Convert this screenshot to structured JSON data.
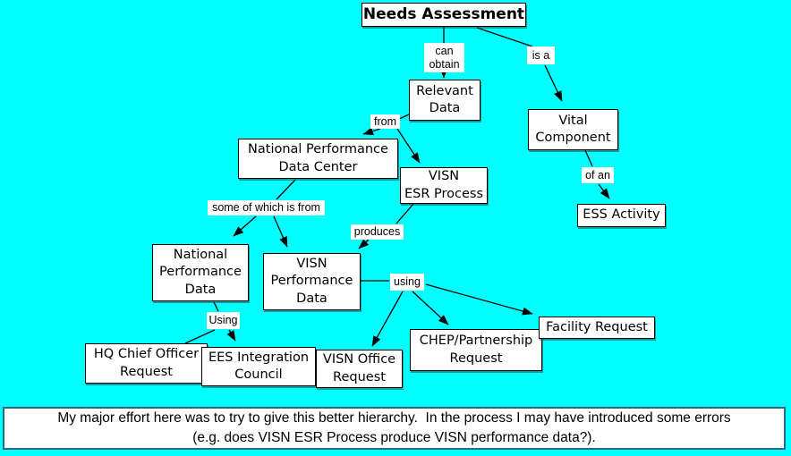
{
  "colors": {
    "background": "#00ffff",
    "node_fill": "#ffffff",
    "node_border": "#000000",
    "line_color": "#000000",
    "banner_border": "#2a6b78"
  },
  "nodes": {
    "needs_assessment": {
      "label": "Needs Assessment"
    },
    "relevant_data": {
      "label": "Relevant\nData"
    },
    "vital_component": {
      "label": "Vital\nComponent"
    },
    "ess_activity": {
      "label": "ESS Activity"
    },
    "national_performance_data_center": {
      "label": "National Performance\nData Center"
    },
    "visn_esr_process": {
      "label": "VISN\nESR Process"
    },
    "national_performance_data": {
      "label": "National\nPerformance\nData"
    },
    "visn_performance_data": {
      "label": "VISN\nPerformance\nData"
    },
    "hq_chief_officer_request": {
      "label": "HQ Chief Officer\nRequest"
    },
    "ees_integration_council": {
      "label": "EES Integration\nCouncil"
    },
    "visn_office_request": {
      "label": "VISN Office\nRequest"
    },
    "chep_partnership_request": {
      "label": "CHEP/Partnership\nRequest"
    },
    "facility_request": {
      "label": "Facility Request"
    }
  },
  "link_labels": {
    "can_obtain": {
      "text": "can\nobtain"
    },
    "is_a": {
      "text": "is a"
    },
    "of_an": {
      "text": "of an"
    },
    "from": {
      "text": "from"
    },
    "some_of_which_is_from": {
      "text": "some of which is from"
    },
    "produces": {
      "text": "produces"
    },
    "using_right": {
      "text": "using"
    },
    "using_left": {
      "text": "Using"
    }
  },
  "links": [
    {
      "from": "Needs Assessment",
      "label": "can obtain",
      "to": "Relevant Data"
    },
    {
      "from": "Needs Assessment",
      "label": "is a",
      "to": "Vital Component"
    },
    {
      "from": "Vital Component",
      "label": "of an",
      "to": "ESS Activity"
    },
    {
      "from": "Relevant Data",
      "label": "from",
      "to": "National Performance Data Center"
    },
    {
      "from": "Relevant Data",
      "label": "from",
      "to": "VISN ESR Process"
    },
    {
      "from": "National Performance Data Center",
      "label": "some of which is from",
      "to": "National Performance Data"
    },
    {
      "from": "National Performance Data Center",
      "label": "some of which is from",
      "to": "VISN Performance Data"
    },
    {
      "from": "VISN ESR Process",
      "label": "produces",
      "to": "VISN Performance Data"
    },
    {
      "from": "VISN Performance Data",
      "label": "using",
      "to": "VISN Office Request"
    },
    {
      "from": "VISN Performance Data",
      "label": "using",
      "to": "CHEP/Partnership Request"
    },
    {
      "from": "VISN Performance Data",
      "label": "using",
      "to": "Facility Request"
    },
    {
      "from": "National Performance Data",
      "label": "Using",
      "to": "HQ Chief Officer Request"
    },
    {
      "from": "National Performance Data",
      "label": "Using",
      "to": "EES Integration Council"
    }
  ],
  "banner": {
    "line1": "My major effort here was to try to give this better hierarchy.  In the process I may have introduced some errors",
    "line2": "(e.g. does VISN ESR Process produce VISN performance data?)."
  }
}
